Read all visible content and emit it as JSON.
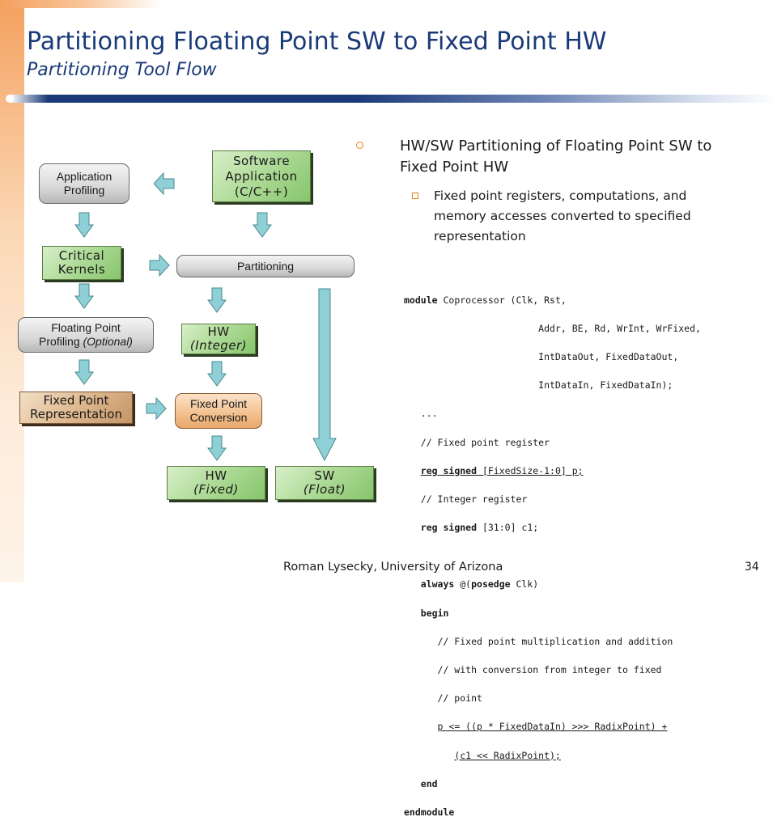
{
  "slide": {
    "title": "Partitioning Floating Point SW to Fixed Point HW",
    "subtitle": "Partitioning Tool Flow"
  },
  "flow": {
    "application_profiling": "Application Profiling",
    "software_application_line1": "Software Application",
    "software_application_line2": "(C/C++)",
    "critical_kernels": "Critical Kernels",
    "partitioning": "Partitioning",
    "floating_point_profiling_line1": "Floating Point",
    "floating_point_profiling_line2a": "Profiling ",
    "floating_point_profiling_line2b": "(Optional)",
    "hw_integer_line1": "HW",
    "hw_integer_line2": "(Integer)",
    "fixed_point_representation": "Fixed Point Representation",
    "fixed_point_conversion": "Fixed Point Conversion",
    "hw_fixed_line1": "HW",
    "hw_fixed_line2": "(Fixed)",
    "sw_float_line1": "SW",
    "sw_float_line2": "(Float)"
  },
  "bullets": {
    "level1": "HW/SW Partitioning of Floating Point SW to Fixed Point HW",
    "level2": "Fixed point registers, computations, and memory accesses converted to specified representation"
  },
  "code": {
    "l1_kw": "module",
    "l1_rest": " Coprocessor (Clk, Rst,",
    "l2": "                        Addr, BE, Rd, WrInt, WrFixed,",
    "l3": "                        IntDataOut, FixedDataOut,",
    "l4": "                        IntDataIn, FixedDataIn);",
    "l5": "   ...",
    "l6": "   // Fixed point register",
    "l7_kw": "reg signed",
    "l7_rest": " [FixedSize-1:0] p;",
    "l8": "   // Integer register",
    "l9_kw": "reg signed",
    "l9_rest": " [31:0] c1;",
    "l10": "",
    "l11_kw": "always",
    "l11_rest": " @(",
    "l11_kw2": "posedge",
    "l11_rest2": " Clk)",
    "l12_kw": "begin",
    "l13": "      // Fixed point multiplication and addition",
    "l14": "      // with conversion from integer to fixed",
    "l15": "      // point",
    "l16": "p <= ((p * FixedDataIn) >>> RadixPoint) +",
    "l17": "(c1 << RadixPoint);",
    "l18_kw": "end",
    "l19_kw": "endmodule"
  },
  "footer": {
    "author": "Roman Lysecky, University of Arizona",
    "page_number": "34"
  },
  "colors": {
    "title": "#1a3a78",
    "bullet_marker": "#e8821e",
    "arrow_fill": "#8fd0d6",
    "green_box": "#a9d891",
    "brown_box": "#dcb58a",
    "orange_box": "#f3c08e"
  }
}
